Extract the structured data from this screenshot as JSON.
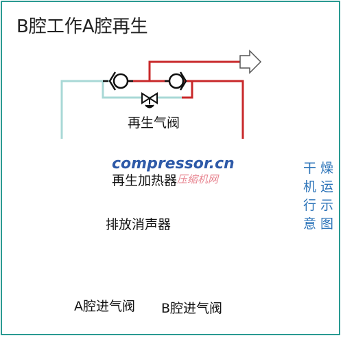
{
  "title": "B腔工作A腔再生",
  "labels": {
    "regen_valve": "再生气阀",
    "heater": "再生加热器",
    "muffler": "排放消声器",
    "a_inlet": "A腔进气阀",
    "b_inlet": "B腔进气阀"
  },
  "side_caption": [
    "干燥",
    "机运",
    "行示",
    "意图"
  ],
  "watermark": {
    "logo_text": "compressor.cn",
    "sub_text": "压缩机网"
  },
  "colors": {
    "frame": "#2a9a92",
    "red_line": "#c8282a",
    "cyan_line": "#a8d8d6",
    "side_text": "#2b73b8",
    "watermark": "#2e5aa8"
  },
  "icons": [
    "check-valve-left-icon",
    "check-valve-right-icon",
    "gate-valve-icon",
    "outlet-arrow-icon"
  ]
}
